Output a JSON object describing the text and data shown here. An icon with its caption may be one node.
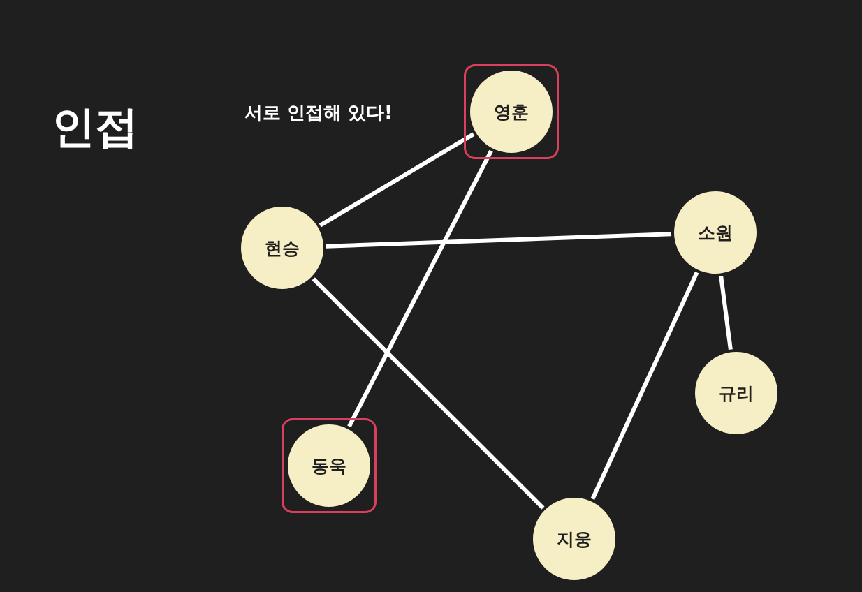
{
  "diagram": {
    "title": "인접",
    "nodes": [
      {
        "text": [],
        "shape": "box"
      },
      {
        "text": [
          "영훈"
        ],
        "in": 0
      },
      {
        "text": [
          "현승"
        ]
      },
      {
        "text": [
          "소원"
        ]
      },
      {
        "text": [
          "규리"
        ]
      },
      {
        "text": [],
        "shape": "box"
      },
      {
        "text": [
          "동욱"
        ],
        "in": 5
      },
      {
        "text": [
          "지웅"
        ]
      }
    ],
    "edges": [
      {
        "from": 2,
        "to": 1,
        "arrow": "none"
      },
      {
        "from": 1,
        "to": 6,
        "arrow": "none"
      },
      {
        "from": 2,
        "to": 3,
        "arrow": "none"
      },
      {
        "from": 2,
        "to": 7,
        "arrow": "none"
      },
      {
        "from": 3,
        "to": 7,
        "arrow": "none"
      },
      {
        "from": 3,
        "to": 4,
        "arrow": "none"
      }
    ],
    "labels": [
      "서로 인접해 있다!"
    ]
  }
}
